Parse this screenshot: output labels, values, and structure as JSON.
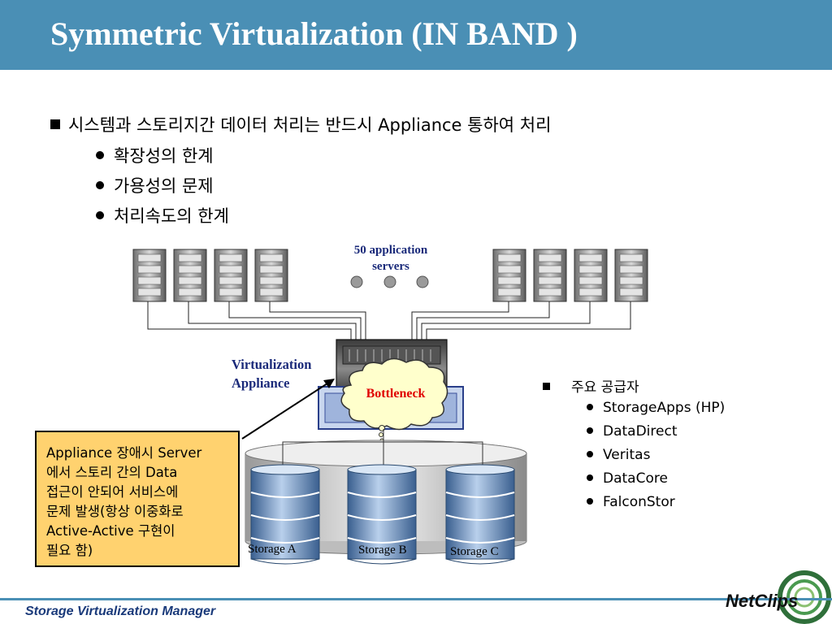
{
  "title": "Symmetric Virtualization (IN BAND )",
  "main_bullet": "시스템과 스토리지간 데이터 처리는 반드시 Appliance 통하여 처리",
  "sub_bullets": [
    "확장성의 한계",
    "가용성의 문제",
    "처리속도의 한계"
  ],
  "diagram": {
    "app_servers_label": [
      "50 application",
      "servers"
    ],
    "virtualization_label": [
      "Virtualization",
      "Appliance"
    ],
    "bottleneck_label": "Bottleneck",
    "storage_labels": [
      "Storage A",
      "Storage B",
      "Storage C"
    ]
  },
  "note_lines": [
    "Appliance 장애시 Server",
    "에서 스토리 간의 Data",
    "접근이 안되어 서비스에",
    "문제 발생(항상 이중화로",
    "Active-Active 구현이",
    "필요 함)"
  ],
  "vendors": {
    "heading": "주요 공급자",
    "items": [
      "StorageApps (HP)",
      "DataDirect",
      "Veritas",
      "DataCore",
      "FalconStor"
    ]
  },
  "footer": "Storage Virtualization Manager",
  "logo": "NetClips",
  "colors": {
    "title_bar": "#4a8fb5",
    "note_bg": "#ffd26f",
    "label_blue": "#1a2a7a",
    "bottleneck_red": "#e00000"
  }
}
